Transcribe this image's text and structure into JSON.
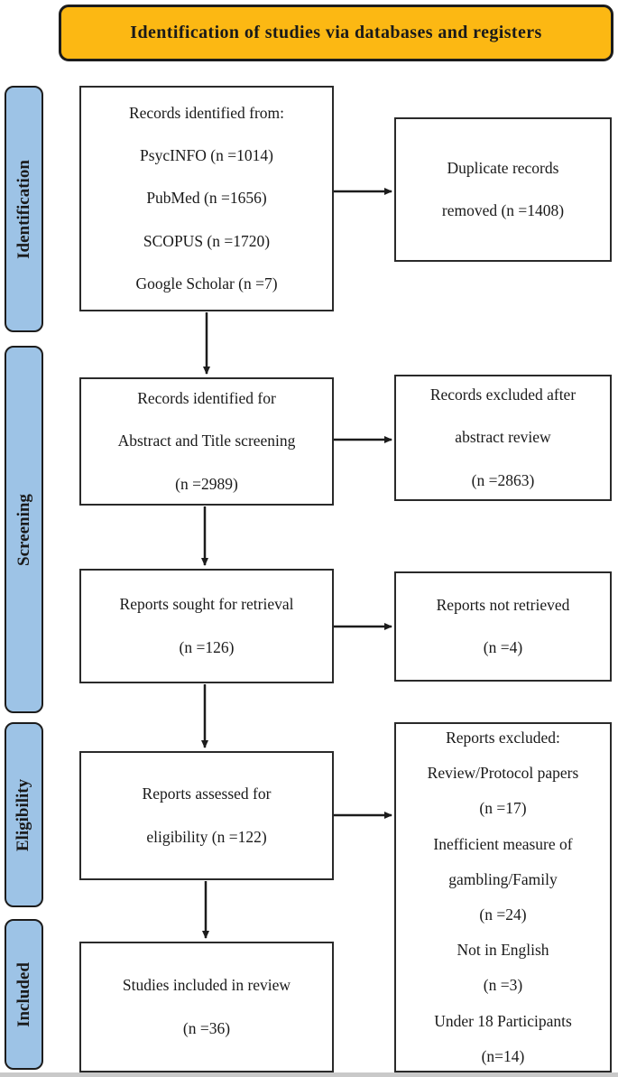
{
  "banner": {
    "title": "Identification of studies via databases and registers"
  },
  "colors": {
    "banner_bg": "#FCB813",
    "stage_bg": "#9DC3E6",
    "line_color": "#1c1c1c",
    "box_border": "#2a2a2a"
  },
  "stages": [
    {
      "label": "Identification"
    },
    {
      "label": "Screening"
    },
    {
      "label": "Eligibility"
    },
    {
      "label": "Included"
    }
  ],
  "boxes": {
    "records_identified": {
      "lines": [
        "Records identified from:",
        "PsycINFO (n =1014)",
        "PubMed (n =1656)",
        "SCOPUS (n =1720)",
        "Google Scholar (n =7)"
      ]
    },
    "duplicates_removed": {
      "lines": [
        "Duplicate records",
        "removed  (n =1408)"
      ]
    },
    "title_screening": {
      "lines": [
        "Records identified for",
        "Abstract and Title screening",
        "(n =2989)"
      ]
    },
    "excluded_abstract": {
      "lines": [
        "Records excluded after",
        "abstract review",
        "(n =2863)"
      ]
    },
    "sought_retrieval": {
      "lines": [
        "Reports sought for retrieval",
        "(n =126)"
      ]
    },
    "not_retrieved": {
      "lines": [
        "Reports not retrieved",
        "(n =4)"
      ]
    },
    "assessed_eligibility": {
      "lines": [
        "Reports assessed for",
        "eligibility  (n =122)"
      ]
    },
    "reports_excluded": {
      "lines": [
        "Reports excluded:",
        "Review/Protocol papers",
        "(n =17)",
        "Inefficient measure of",
        "gambling/Family",
        "(n =24)",
        "Not in English",
        "(n =3)",
        "Under 18 Participants",
        "(n=14)"
      ]
    },
    "included_review": {
      "lines": [
        "Studies included in review",
        "(n =36)"
      ]
    }
  }
}
